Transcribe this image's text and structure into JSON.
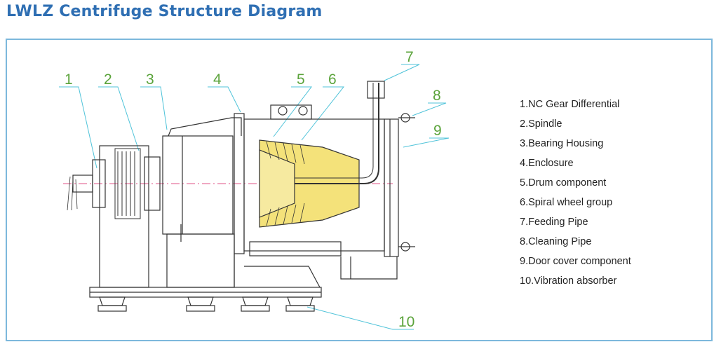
{
  "title": "LWLZ Centrifuge Structure Diagram",
  "colors": {
    "title": "#2f6fb3",
    "frame": "#7db8dc",
    "callout": "#5aa33a",
    "leader": "#4fc3d9",
    "drawing": "#333333",
    "accent": "#d81b60",
    "part_fill": "#f4e27a"
  },
  "callouts": [
    "1",
    "2",
    "3",
    "4",
    "5",
    "6",
    "7",
    "8",
    "9",
    "10"
  ],
  "legend": [
    "1.NC Gear Differential",
    "2.Spindle",
    "3.Bearing Housing",
    "4.Enclosure",
    "5.Drum component",
    "6.Spiral wheel group",
    "7.Feeding Pipe",
    "8.Cleaning Pipe",
    "9.Door cover component",
    "10.Vibration absorber"
  ]
}
